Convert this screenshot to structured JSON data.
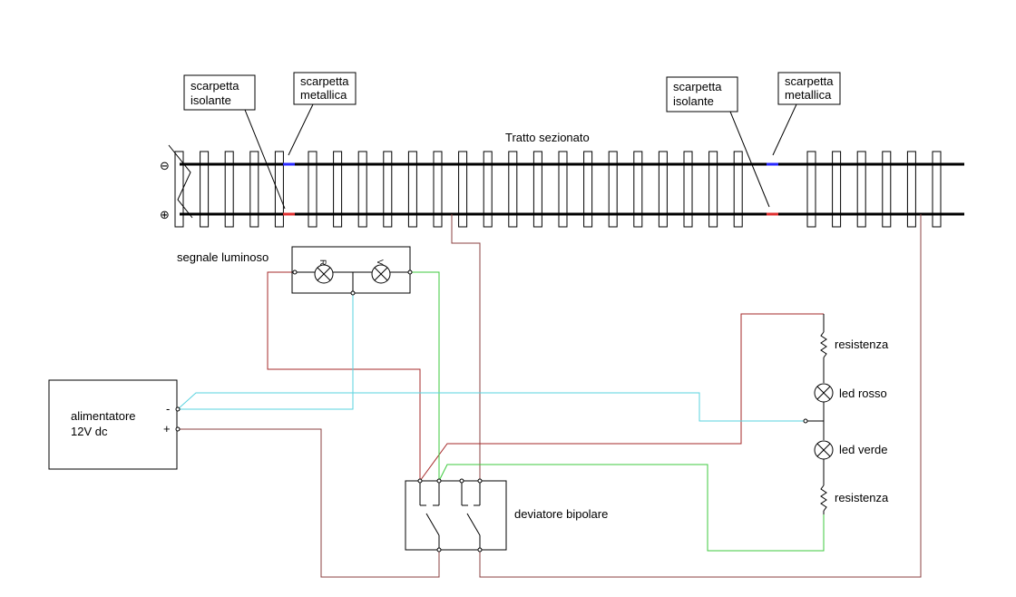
{
  "labels": {
    "sole_isolated_left": [
      "scarpetta",
      "isolante"
    ],
    "sole_metal_left": [
      "scarpetta",
      "metallica"
    ],
    "sole_isolated_right": [
      "scarpetta",
      "isolante"
    ],
    "sole_metal_right": [
      "scarpetta",
      "metallica"
    ],
    "sectioned_track": "Tratto sezionato",
    "light_signal": "segnale luminoso",
    "power_supply": [
      "alimentatore",
      "12V dc"
    ],
    "minus_terminal": "-",
    "plus_terminal": "+",
    "bipolar_switch": "deviatore bipolare",
    "resistor_top": "resistenza",
    "red_led": "led rosso",
    "green_led": "led verde",
    "resistor_bottom": "resistenza",
    "rail_minus_symbol": "⊖",
    "rail_plus_symbol": "⊕",
    "signal_lamp_r": "R",
    "signal_lamp_v": "V"
  },
  "colors": {
    "red_wire": "#a52a2a",
    "track_wire": "#8b4040",
    "cyan_wire": "#5ad3df",
    "green_wire": "#3ec93e",
    "blue_joint": "#2a2aff",
    "red_joint": "#e03030"
  }
}
